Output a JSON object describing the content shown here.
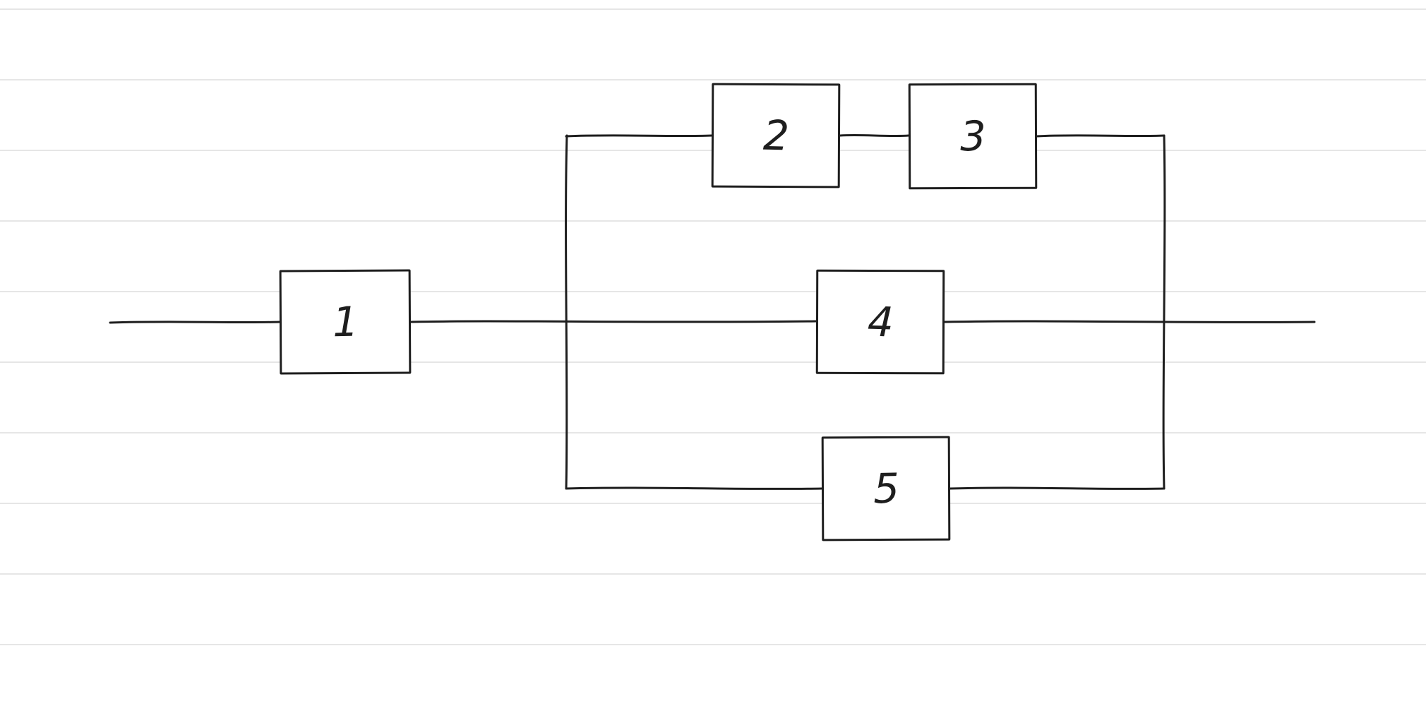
{
  "canvas": {
    "background": "#ffffff",
    "gridline_color": "#e6e6e6",
    "stroke_color": "#1e1e1e",
    "block_fill": "#ffffff"
  },
  "diagram": {
    "type": "series-parallel-block-diagram",
    "blocks": [
      {
        "id": "1",
        "label": "1"
      },
      {
        "id": "2",
        "label": "2"
      },
      {
        "id": "3",
        "label": "3"
      },
      {
        "id": "4",
        "label": "4"
      },
      {
        "id": "5",
        "label": "5"
      }
    ],
    "connections": [
      {
        "from": "input",
        "to": "1"
      },
      {
        "from": "1",
        "to": "split"
      },
      {
        "from": "split",
        "to": "2"
      },
      {
        "from": "2",
        "to": "3"
      },
      {
        "from": "3",
        "to": "join"
      },
      {
        "from": "split",
        "to": "4"
      },
      {
        "from": "4",
        "to": "join"
      },
      {
        "from": "split",
        "to": "5"
      },
      {
        "from": "5",
        "to": "join"
      },
      {
        "from": "join",
        "to": "output"
      }
    ],
    "structure": {
      "series_first": "1",
      "parallel_branches": [
        [
          "2",
          "3"
        ],
        [
          "4"
        ],
        [
          "5"
        ]
      ]
    }
  }
}
